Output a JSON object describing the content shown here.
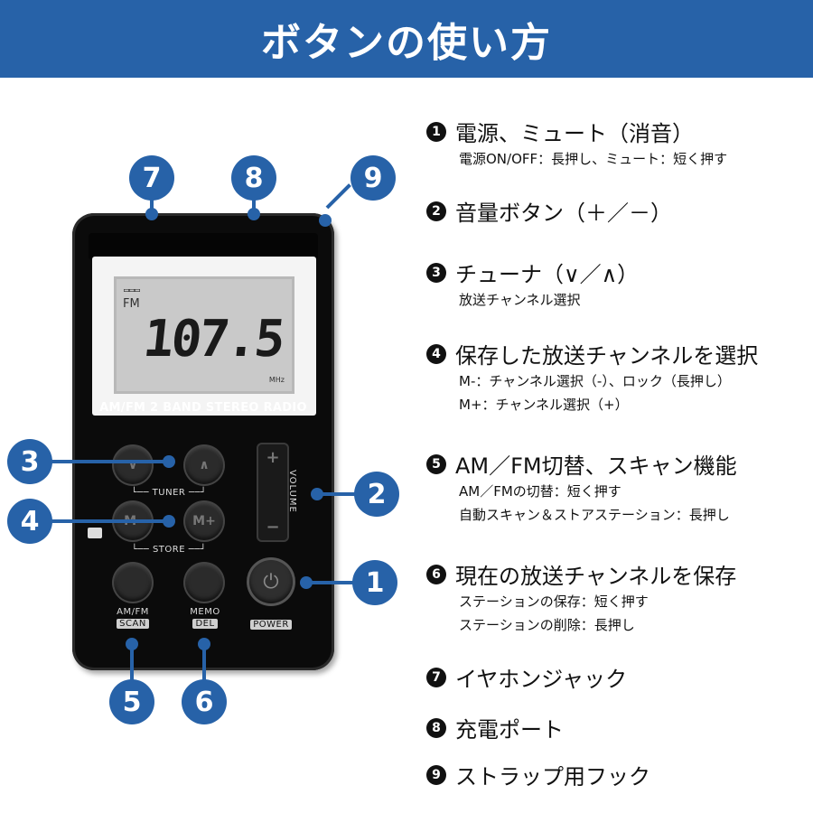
{
  "banner": {
    "title": "ボタンの使い方"
  },
  "radio": {
    "battery": "▭▭▭",
    "band": "FM",
    "frequency": "107.5",
    "unit": "MHz",
    "model": "AM/FM 2 BAND STEREO RADIO",
    "tuner_label": "└── TUNER ──┘",
    "store_label": "└── STORE ──┘",
    "m_minus": "M-",
    "m_plus": "M+",
    "volume_label": "VOLUME",
    "amfm_label": "AM/FM",
    "scan_tag": "SCAN",
    "memo_label": "MEMO",
    "del_tag": "DEL",
    "power_tag": "POWER"
  },
  "callouts": [
    "1",
    "2",
    "3",
    "4",
    "5",
    "6",
    "7",
    "8",
    "9"
  ],
  "legend": [
    {
      "num": "1",
      "title": "電源、ミュート（消音）",
      "lines": [
        "電源ON/OFF：長押し、ミュート：短く押す"
      ]
    },
    {
      "num": "2",
      "title": "音量ボタン（＋／－）",
      "lines": []
    },
    {
      "num": "3",
      "title": "チューナ（∨／∧）",
      "lines": [
        "放送チャンネル選択"
      ]
    },
    {
      "num": "4",
      "title": "保存した放送チャンネルを選択",
      "lines": [
        "M-：チャンネル選択（-）、ロック（長押し）",
        "M+：チャンネル選択（+）"
      ]
    },
    {
      "num": "5",
      "title": "AM／FM切替、スキャン機能",
      "lines": [
        "AM／FMの切替：短く押す",
        "自動スキャン＆ストアステーション：長押し"
      ]
    },
    {
      "num": "6",
      "title": "現在の放送チャンネルを保存",
      "lines": [
        "ステーションの保存：短く押す",
        "ステーションの削除：長押し"
      ]
    },
    {
      "num": "7",
      "title": "イヤホンジャック",
      "lines": []
    },
    {
      "num": "8",
      "title": "充電ポート",
      "lines": []
    },
    {
      "num": "9",
      "title": "ストラップ用フック",
      "lines": []
    }
  ],
  "colors": {
    "brand": "#2762a8",
    "radio_body": "#0b0b0b",
    "lcd": "#c9c9c9"
  }
}
